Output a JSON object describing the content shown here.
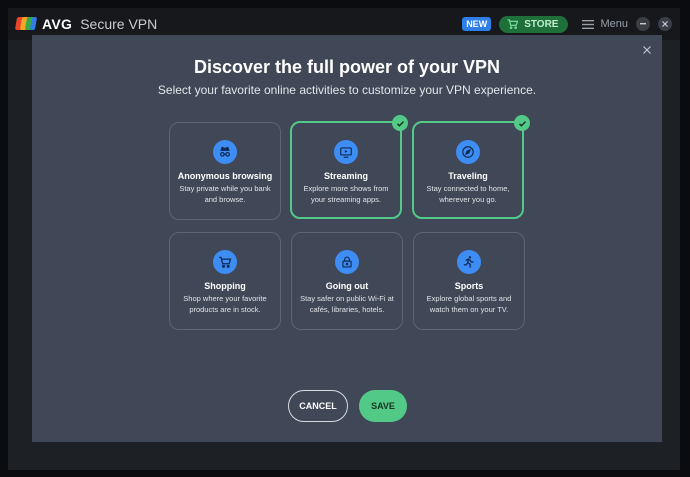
{
  "app": {
    "brand": "AVG",
    "title": "Secure VPN",
    "new_badge": "NEW",
    "store_label": "STORE",
    "menu_label": "Menu"
  },
  "modal": {
    "title": "Discover the full power of your VPN",
    "subtitle": "Select your favorite online activities to customize your VPN experience.",
    "activities": [
      {
        "title": "Anonymous browsing",
        "description": "Stay private while you bank and browse.",
        "icon": "incognito-icon",
        "selected": false
      },
      {
        "title": "Streaming",
        "description": "Explore more shows from your streaming apps.",
        "icon": "tv-icon",
        "selected": true
      },
      {
        "title": "Traveling",
        "description": "Stay connected to home, wherever you go.",
        "icon": "compass-icon",
        "selected": true
      },
      {
        "title": "Shopping",
        "description": "Shop where your favorite products are in stock.",
        "icon": "cart-icon",
        "selected": false
      },
      {
        "title": "Going out",
        "description": "Stay safer on public Wi-Fi at cafés, libraries, hotels.",
        "icon": "lock-icon",
        "selected": false
      },
      {
        "title": "Sports",
        "description": "Explore global sports and watch them on your TV.",
        "icon": "runner-icon",
        "selected": false
      }
    ],
    "cancel_label": "CANCEL",
    "save_label": "SAVE"
  },
  "colors": {
    "accent_green": "#53c987",
    "icon_blue": "#3d8df5",
    "modal_bg": "#404757"
  }
}
